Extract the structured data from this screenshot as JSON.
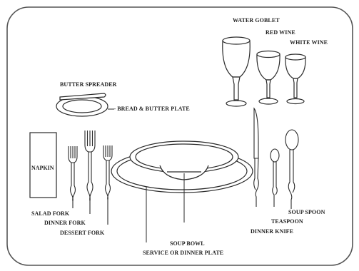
{
  "labels": {
    "water_goblet": "WATER GOBLET",
    "red_wine": "RED WINE",
    "white_wine": "WHITE WINE",
    "butter_spreader": "BUTTER SPREADER",
    "bread_butter_plate": "– BREAD & BUTTER PLATE",
    "napkin": "NAPKIN",
    "salad_fork": "SALAD FORK",
    "dinner_fork": "DINNER FORK",
    "dessert_fork": "DESSERT FORK",
    "soup_bowl": "SOUP BOWL",
    "service_plate": "SERVICE OR DINNER PLATE",
    "dinner_knife": "DINNER KNIFE",
    "teaspoon": "TEASPOON",
    "soup_spoon": "SOUP SPOON"
  },
  "colors": {
    "line": "#2a2a2a",
    "frame": "#555555",
    "background": "#ffffff"
  }
}
